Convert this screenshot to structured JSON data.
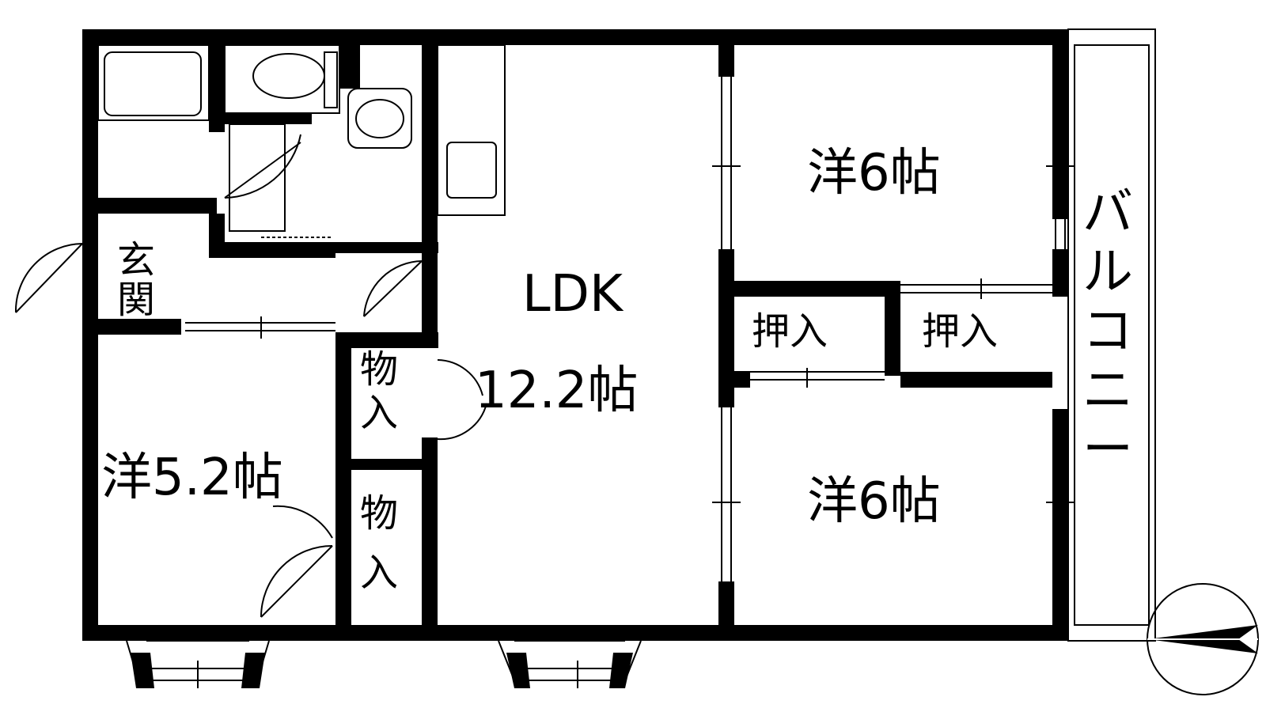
{
  "floorplan": {
    "rooms": {
      "ldk_name": "LDK",
      "ldk_size": "12.2帖",
      "western_a": "洋6帖",
      "western_b": "洋6帖",
      "western_c": "洋5.2帖",
      "entrance_1": "玄",
      "entrance_2": "関",
      "closet_1": "押入",
      "closet_2": "押入",
      "storage_a_1": "物",
      "storage_a_2": "入",
      "storage_b_1": "物",
      "storage_b_2": "入",
      "balcony": [
        "バ",
        "ル",
        "コ",
        "ニ",
        "ー"
      ]
    },
    "colors": {
      "wall": "#000000",
      "background": "#ffffff",
      "fixture": "#000000"
    },
    "compass_icon": "north-arrow-icon"
  }
}
